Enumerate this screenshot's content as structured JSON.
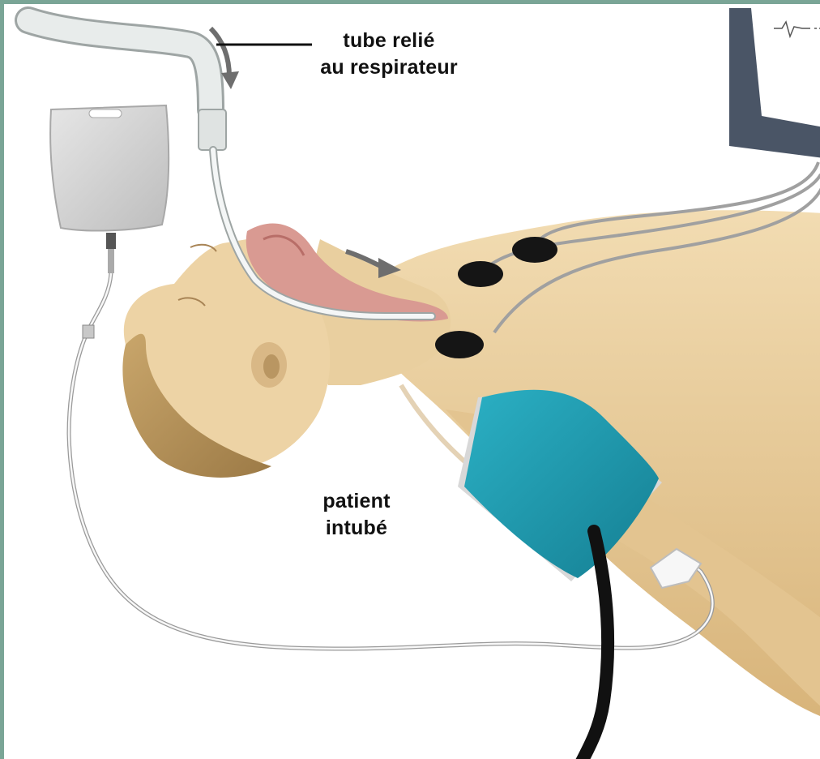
{
  "labels": {
    "tube": [
      "tube relié",
      "au respirateur"
    ],
    "patient": [
      "patient",
      "intubé"
    ]
  },
  "colors": {
    "frame_border": "#7aa596",
    "skin": "#e9cf9f",
    "skin_shadow": "#c9a56b",
    "hair": "#b8935a",
    "cuff": "#1f9fb5",
    "monitor": "#4a5566",
    "electrode": "#151515",
    "airway": "#d99a92",
    "tube": "#e8eceb",
    "arrow": "#6e6e6e"
  },
  "icons": [
    "monitor-icon",
    "iv-bag-icon",
    "electrode-icon",
    "blood-pressure-cuff-icon",
    "flow-arrow-icon"
  ]
}
